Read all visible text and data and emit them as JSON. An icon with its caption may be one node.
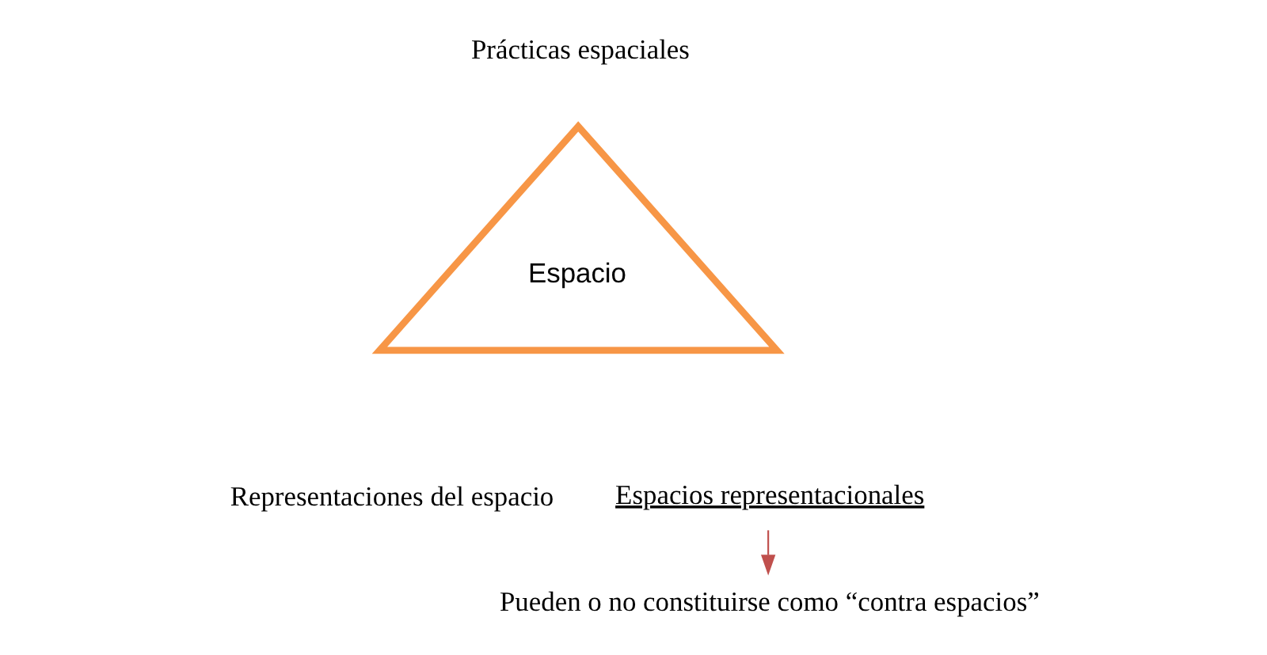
{
  "diagram": {
    "nodes": [
      {
        "text": [
          "Prácticas espaciales"
        ]
      },
      {
        "text": [
          "Espacio"
        ]
      },
      {
        "text": [
          "Representaciones del espacio"
        ]
      },
      {
        "text": [
          "Espacios representacionales"
        ]
      },
      {
        "text": [
          "Pueden o no constituirse como “contra espacios”"
        ]
      }
    ],
    "edges": [
      {
        "from": 3,
        "to": 4,
        "arrow": "to",
        "color": "#c0504d"
      }
    ]
  }
}
